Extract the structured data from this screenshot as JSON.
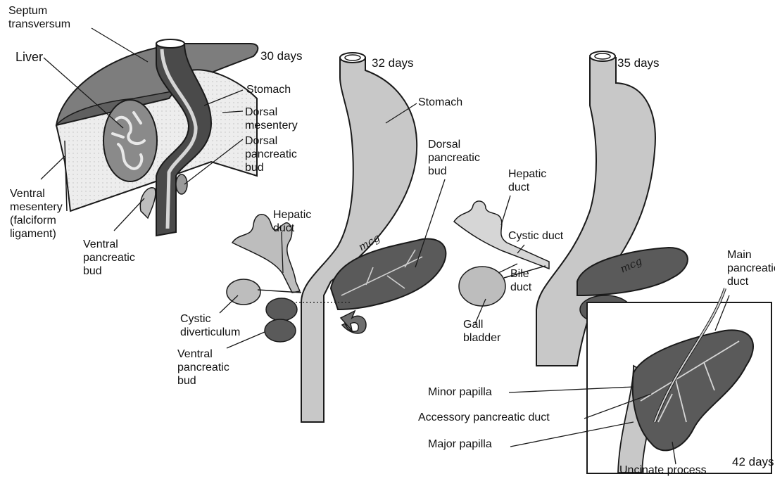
{
  "labels": {
    "septum_transversum": "Septum\ntransversum",
    "liver": "Liver",
    "days_30": "30 days",
    "days_32": "32 days",
    "days_35": "35 days",
    "days_42": "42 days",
    "stomach_30": "Stomach",
    "dorsal_mesentery": "Dorsal\nmesentery",
    "dorsal_pancreatic_bud_30": "Dorsal\npancreatic\nbud",
    "ventral_mesentery": "Ventral\nmesentery\n(falciform\nligament)",
    "ventral_pancreatic_bud_30": "Ventral\npancreatic\nbud",
    "stomach_32": "Stomach",
    "dorsal_pancreatic_bud_32": "Dorsal\npancreatic\nbud",
    "hepatic_duct_32": "Hepatic\nduct",
    "cystic_diverticulum": "Cystic\ndiverticulum",
    "ventral_pancreatic_bud_32": "Ventral\npancreatic\nbud",
    "hepatic_duct_35": "Hepatic\nduct",
    "cystic_duct": "Cystic duct",
    "bile_duct": "Bile\nduct",
    "gall_bladder": "Gall\nbladder",
    "main_pancreatic_duct": "Main\npancreatic\nduct",
    "minor_papilla": "Minor papilla",
    "accessory_pancreatic_duct": "Accessory pancreatic duct",
    "major_papilla": "Major papilla",
    "uncinate_process": "Uncinate process"
  },
  "signatures": [
    "mcg",
    "mcg"
  ],
  "colors": {
    "tissue_light": "#c8c8c8",
    "tissue_mid": "#9a9a9a",
    "tissue_dark": "#6e6e6e",
    "outline": "#1a1a1a",
    "background": "#ffffff"
  }
}
